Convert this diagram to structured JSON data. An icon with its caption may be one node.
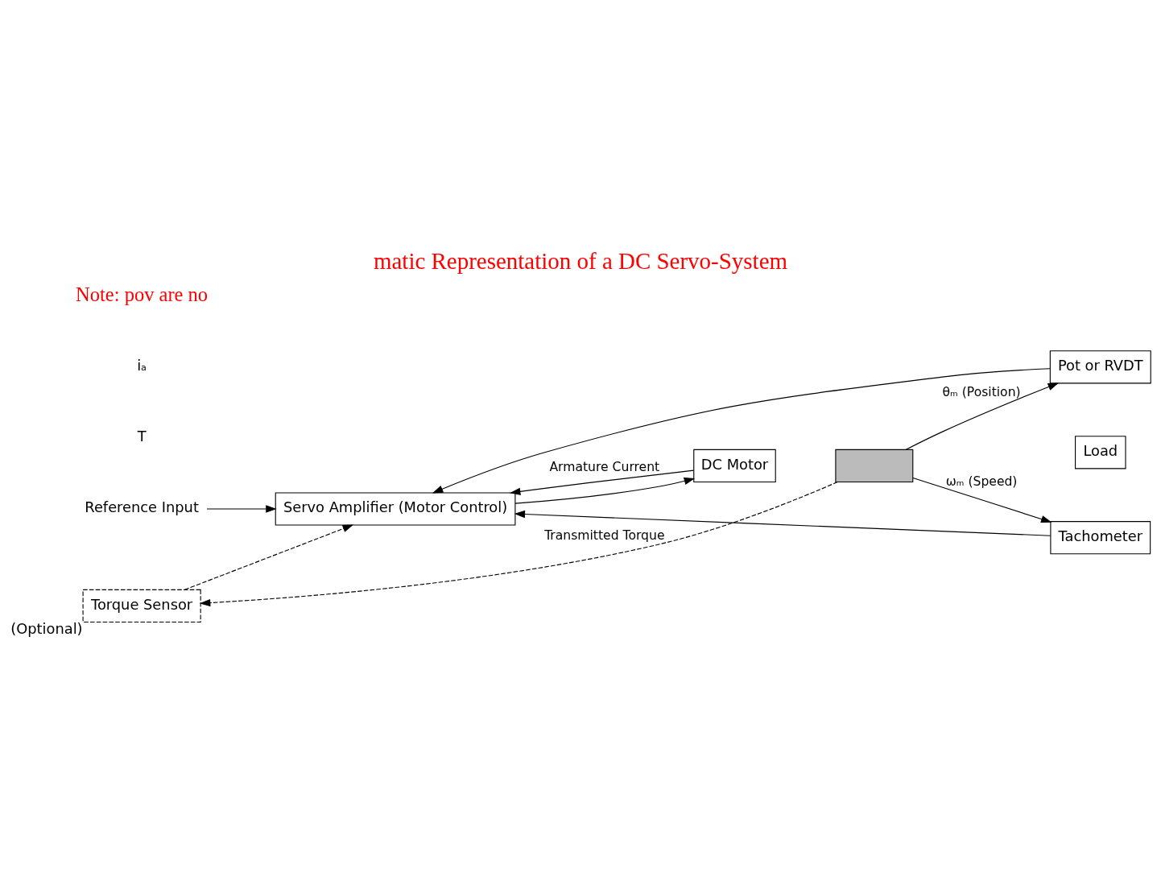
{
  "diagram": {
    "title": "matic Representation of a DC Servo-System",
    "nodes": [
      {
        "text": [
          "Torque Sensor"
        ],
        "beside": [
          "(Optional)"
        ]
      },
      {
        "text": [
          "Reference Input"
        ]
      },
      {
        "text": [
          "Servo Amplifier (Motor Control)"
        ]
      },
      {
        "text": [
          "DC Motor"
        ]
      },
      {
        "text": [],
        "shape": "bar"
      },
      {
        "text": [
          "Load"
        ]
      },
      {
        "text": [
          "Tachometer"
        ]
      },
      {
        "text": [
          "Pot or RVDT"
        ]
      }
    ],
    "edges": [
      {
        "from": 1,
        "to": 2,
        "arrow": "to"
      },
      {
        "from": 2,
        "to": 3,
        "arrow": "to"
      },
      {
        "from": 3,
        "to": 2,
        "arrow": "to",
        "label": "Armature Current"
      },
      {
        "from": 4,
        "to": 0,
        "arrow": "to",
        "style": "dashed",
        "label": "Transmitted Torque"
      },
      {
        "from": 0,
        "to": 2,
        "arrow": "to",
        "style": "dashed"
      },
      {
        "from": 4,
        "to": 6,
        "arrow": "to",
        "label": "ωₘ (Speed)"
      },
      {
        "from": 6,
        "to": 2,
        "arrow": "to"
      },
      {
        "from": 4,
        "to": 7,
        "arrow": "to",
        "label": "θₘ (Position)"
      },
      {
        "from": 7,
        "to": 2,
        "arrow": "to"
      }
    ],
    "labels": [
      "T",
      "iₐ",
      "Note: pov are no"
    ]
  }
}
